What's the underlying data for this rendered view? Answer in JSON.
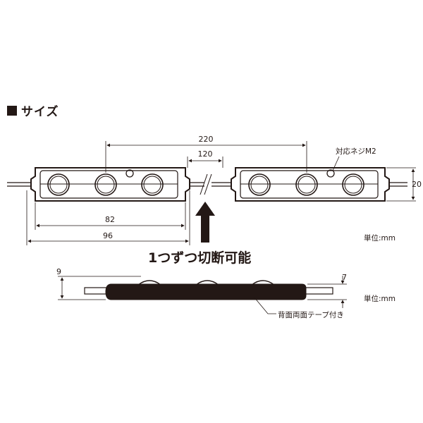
{
  "section": {
    "title": "サイズ"
  },
  "top_view": {
    "dims": {
      "pitch": "220",
      "gap": "120",
      "height": "20",
      "inner_length": "82",
      "outer_length": "96"
    },
    "screw_label": "対応ネジM2",
    "unit_label": "単位:mm",
    "cut_note": "1つずつ切断可能"
  },
  "side_view": {
    "dims": {
      "total_height": "9",
      "board_height": "7"
    },
    "tape_label": "背面両面テープ付き",
    "unit_label": "単位:mm"
  },
  "colors": {
    "ink": "#231815",
    "fill": "#ffffff"
  }
}
